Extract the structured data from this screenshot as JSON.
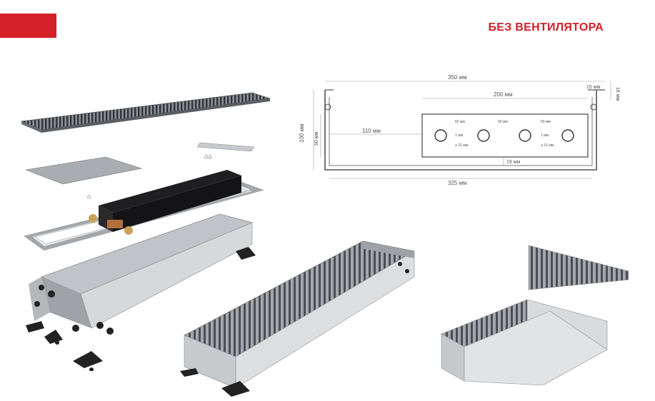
{
  "header": {
    "title": "БЕЗ ВЕНТИЛЯТОРА",
    "accent_color": "#d42027",
    "title_color": "#d42027"
  },
  "drawing": {
    "dim_350": "350 мм",
    "dim_200": "200 мм",
    "dim_15": "15 мм",
    "dim_18": "18 мм",
    "dim_100": "100 мм",
    "dim_50v": "50 мм",
    "dim_110": "110 мм",
    "dim_19": "19 мм",
    "dim_325": "325 мм",
    "pipe_50_a": "50 мм",
    "pipe_50_b": "50 мм",
    "pipe_50_c": "50 мм",
    "pipe_1_a": "1 мм",
    "pipe_1_b": "1 мм",
    "pipe_d15_a": "⌀ 15 мм",
    "pipe_d15_b": "⌀ 15 мм"
  }
}
